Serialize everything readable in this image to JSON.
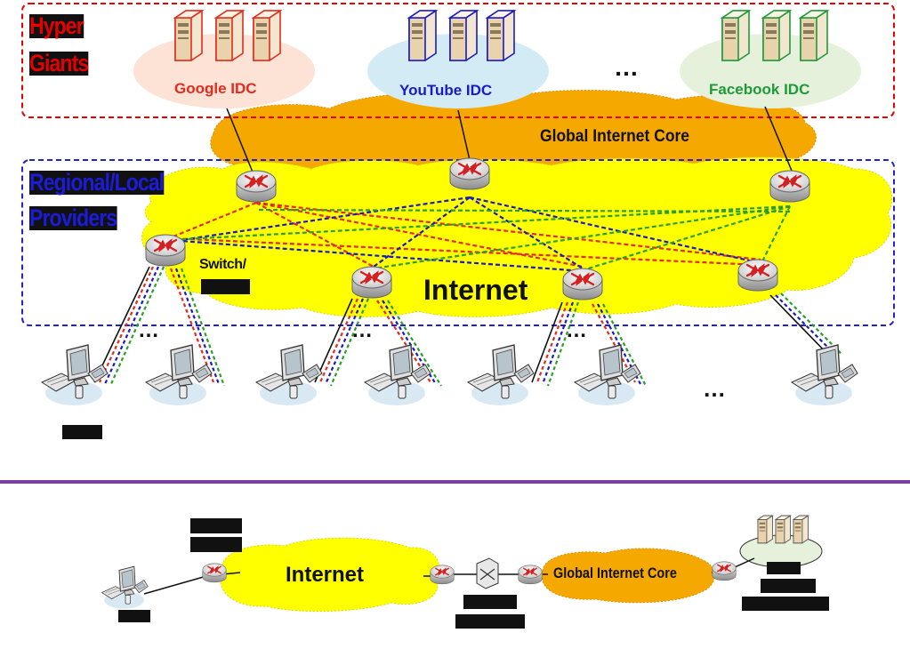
{
  "hyper_giants_label": [
    "Hyper",
    "Giants"
  ],
  "regional_label": [
    "Regional/Local",
    "Providers"
  ],
  "idcs": [
    {
      "label": "Google IDC",
      "color": "#e32b1e",
      "ellipse": "#fde2d6"
    },
    {
      "label": "YouTube IDC",
      "color": "#1a1ac8",
      "ellipse": "#d3ebf5"
    },
    {
      "label": "Facebook IDC",
      "color": "#1e9a3a",
      "ellipse": "#e5f1db"
    }
  ],
  "ellipsis": "…",
  "global_core_label": "Global Internet Core",
  "internet_label": "Internet",
  "switch_label": "Switch/",
  "bottom": {
    "internet_label": "Internet",
    "global_core_label": "Global Internet Core"
  },
  "colors": {
    "hyper_box": "#e60000",
    "regional_box": "#2222cc",
    "cloud": "#ffff00",
    "core": "#f5a800",
    "divider": "#7b3f9e",
    "link_red": "#e32b1e",
    "link_blue": "#1a1ac8",
    "link_green": "#2aa02a"
  }
}
